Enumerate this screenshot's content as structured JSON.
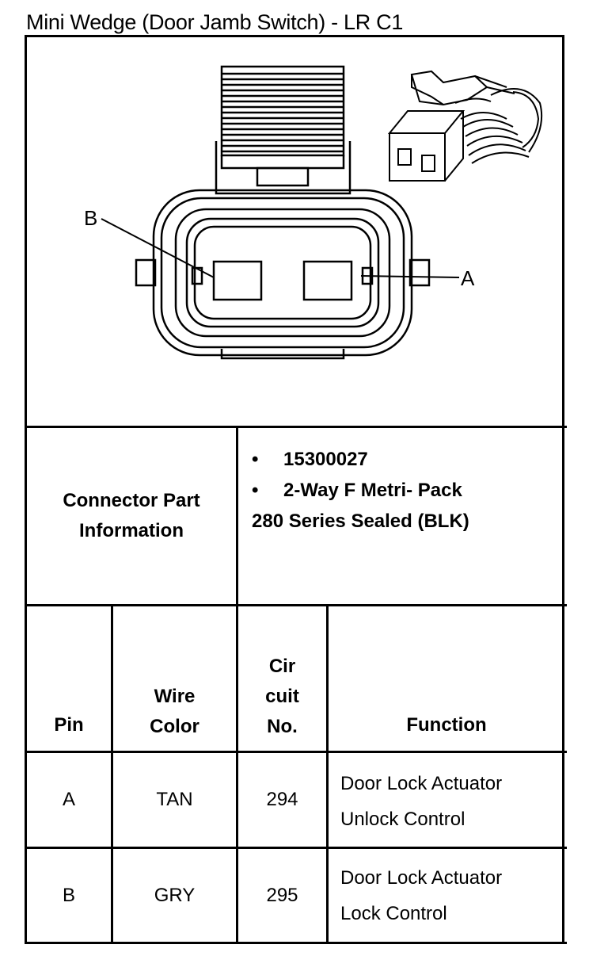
{
  "title": "Mini Wedge (Door Jamb Switch) - LR C1",
  "diagram": {
    "label_a": "A",
    "label_b": "B"
  },
  "connector_info": {
    "label_line1": "Connector Part",
    "label_line2": "Information",
    "part_number": "15300027",
    "description_line1": "2-Way F Metri- Pack",
    "description_line2": "280 Series Sealed (BLK)",
    "bullet": "•"
  },
  "table": {
    "headers": {
      "pin": "Pin",
      "wire_color_line1": "Wire",
      "wire_color_line2": "Color",
      "circuit_line1": "Cir",
      "circuit_line2": "cuit",
      "circuit_line3": "No.",
      "function": "Function"
    },
    "rows": [
      {
        "pin": "A",
        "wire_color": "TAN",
        "circuit": "294",
        "function_line1": "Door Lock Actuator",
        "function_line2": "Unlock Control"
      },
      {
        "pin": "B",
        "wire_color": "GRY",
        "circuit": "295",
        "function_line1": "Door Lock Actuator",
        "function_line2": "Lock Control"
      }
    ]
  }
}
